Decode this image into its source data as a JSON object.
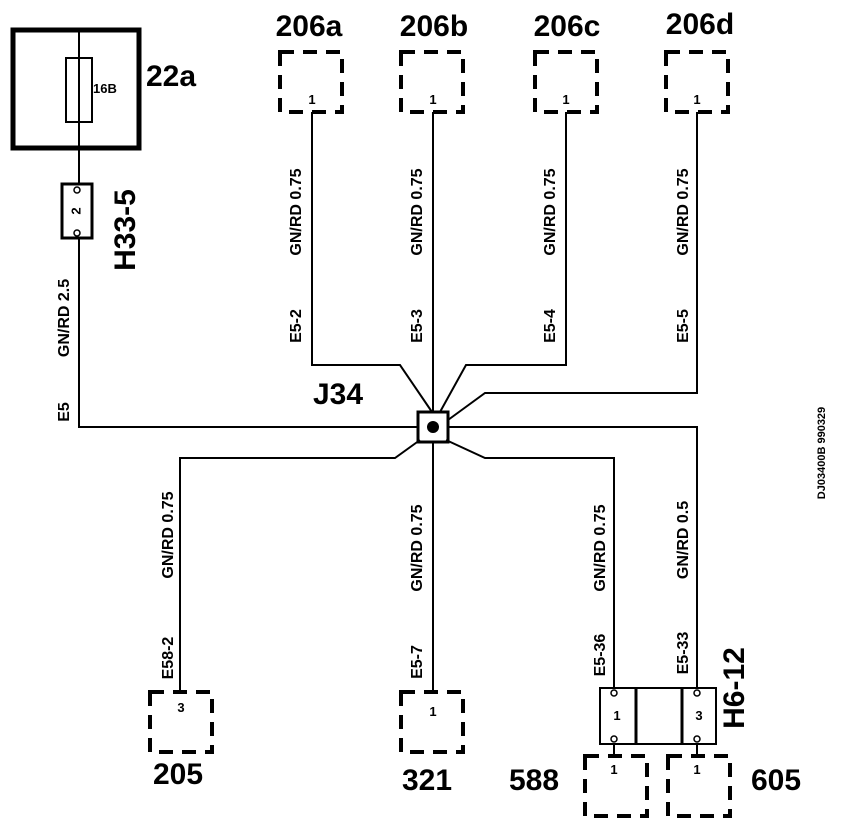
{
  "fuse_box": {
    "id": "22a",
    "fuse_label": "16B"
  },
  "h33": {
    "id": "H33-5",
    "pin": "2"
  },
  "junction": {
    "id": "J34"
  },
  "top_connectors": [
    {
      "id": "206a",
      "pin": "1",
      "wire": {
        "code": "E5-2",
        "spec": "GN/RD 0.75"
      }
    },
    {
      "id": "206b",
      "pin": "1",
      "wire": {
        "code": "E5-3",
        "spec": "GN/RD 0.75"
      }
    },
    {
      "id": "206c",
      "pin": "1",
      "wire": {
        "code": "E5-4",
        "spec": "GN/RD 0.75"
      }
    },
    {
      "id": "206d",
      "pin": "1",
      "wire": {
        "code": "E5-5",
        "spec": "GN/RD 0.75"
      }
    }
  ],
  "feed_wire": {
    "code": "E5",
    "spec": "GN/RD 2.5"
  },
  "bottom_connectors": {
    "c205": {
      "id": "205",
      "pin": "3",
      "wire": {
        "code": "E58-2",
        "spec": "GN/RD 0.75"
      }
    },
    "c321": {
      "id": "321",
      "pin": "1",
      "wire": {
        "code": "E5-7",
        "spec": "GN/RD 0.75"
      }
    },
    "c588": {
      "id": "588",
      "pin": "1",
      "wire": {
        "code": "E5-36",
        "spec": "GN/RD 0.75"
      }
    },
    "c605": {
      "id": "605",
      "pin": "1",
      "wire": {
        "code": "E5-33",
        "spec": "GN/RD 0.5"
      }
    }
  },
  "h6": {
    "id": "H6-12",
    "pin_left": "1",
    "pin_right": "3"
  },
  "drawing_ref": "DJ03400B 990329"
}
